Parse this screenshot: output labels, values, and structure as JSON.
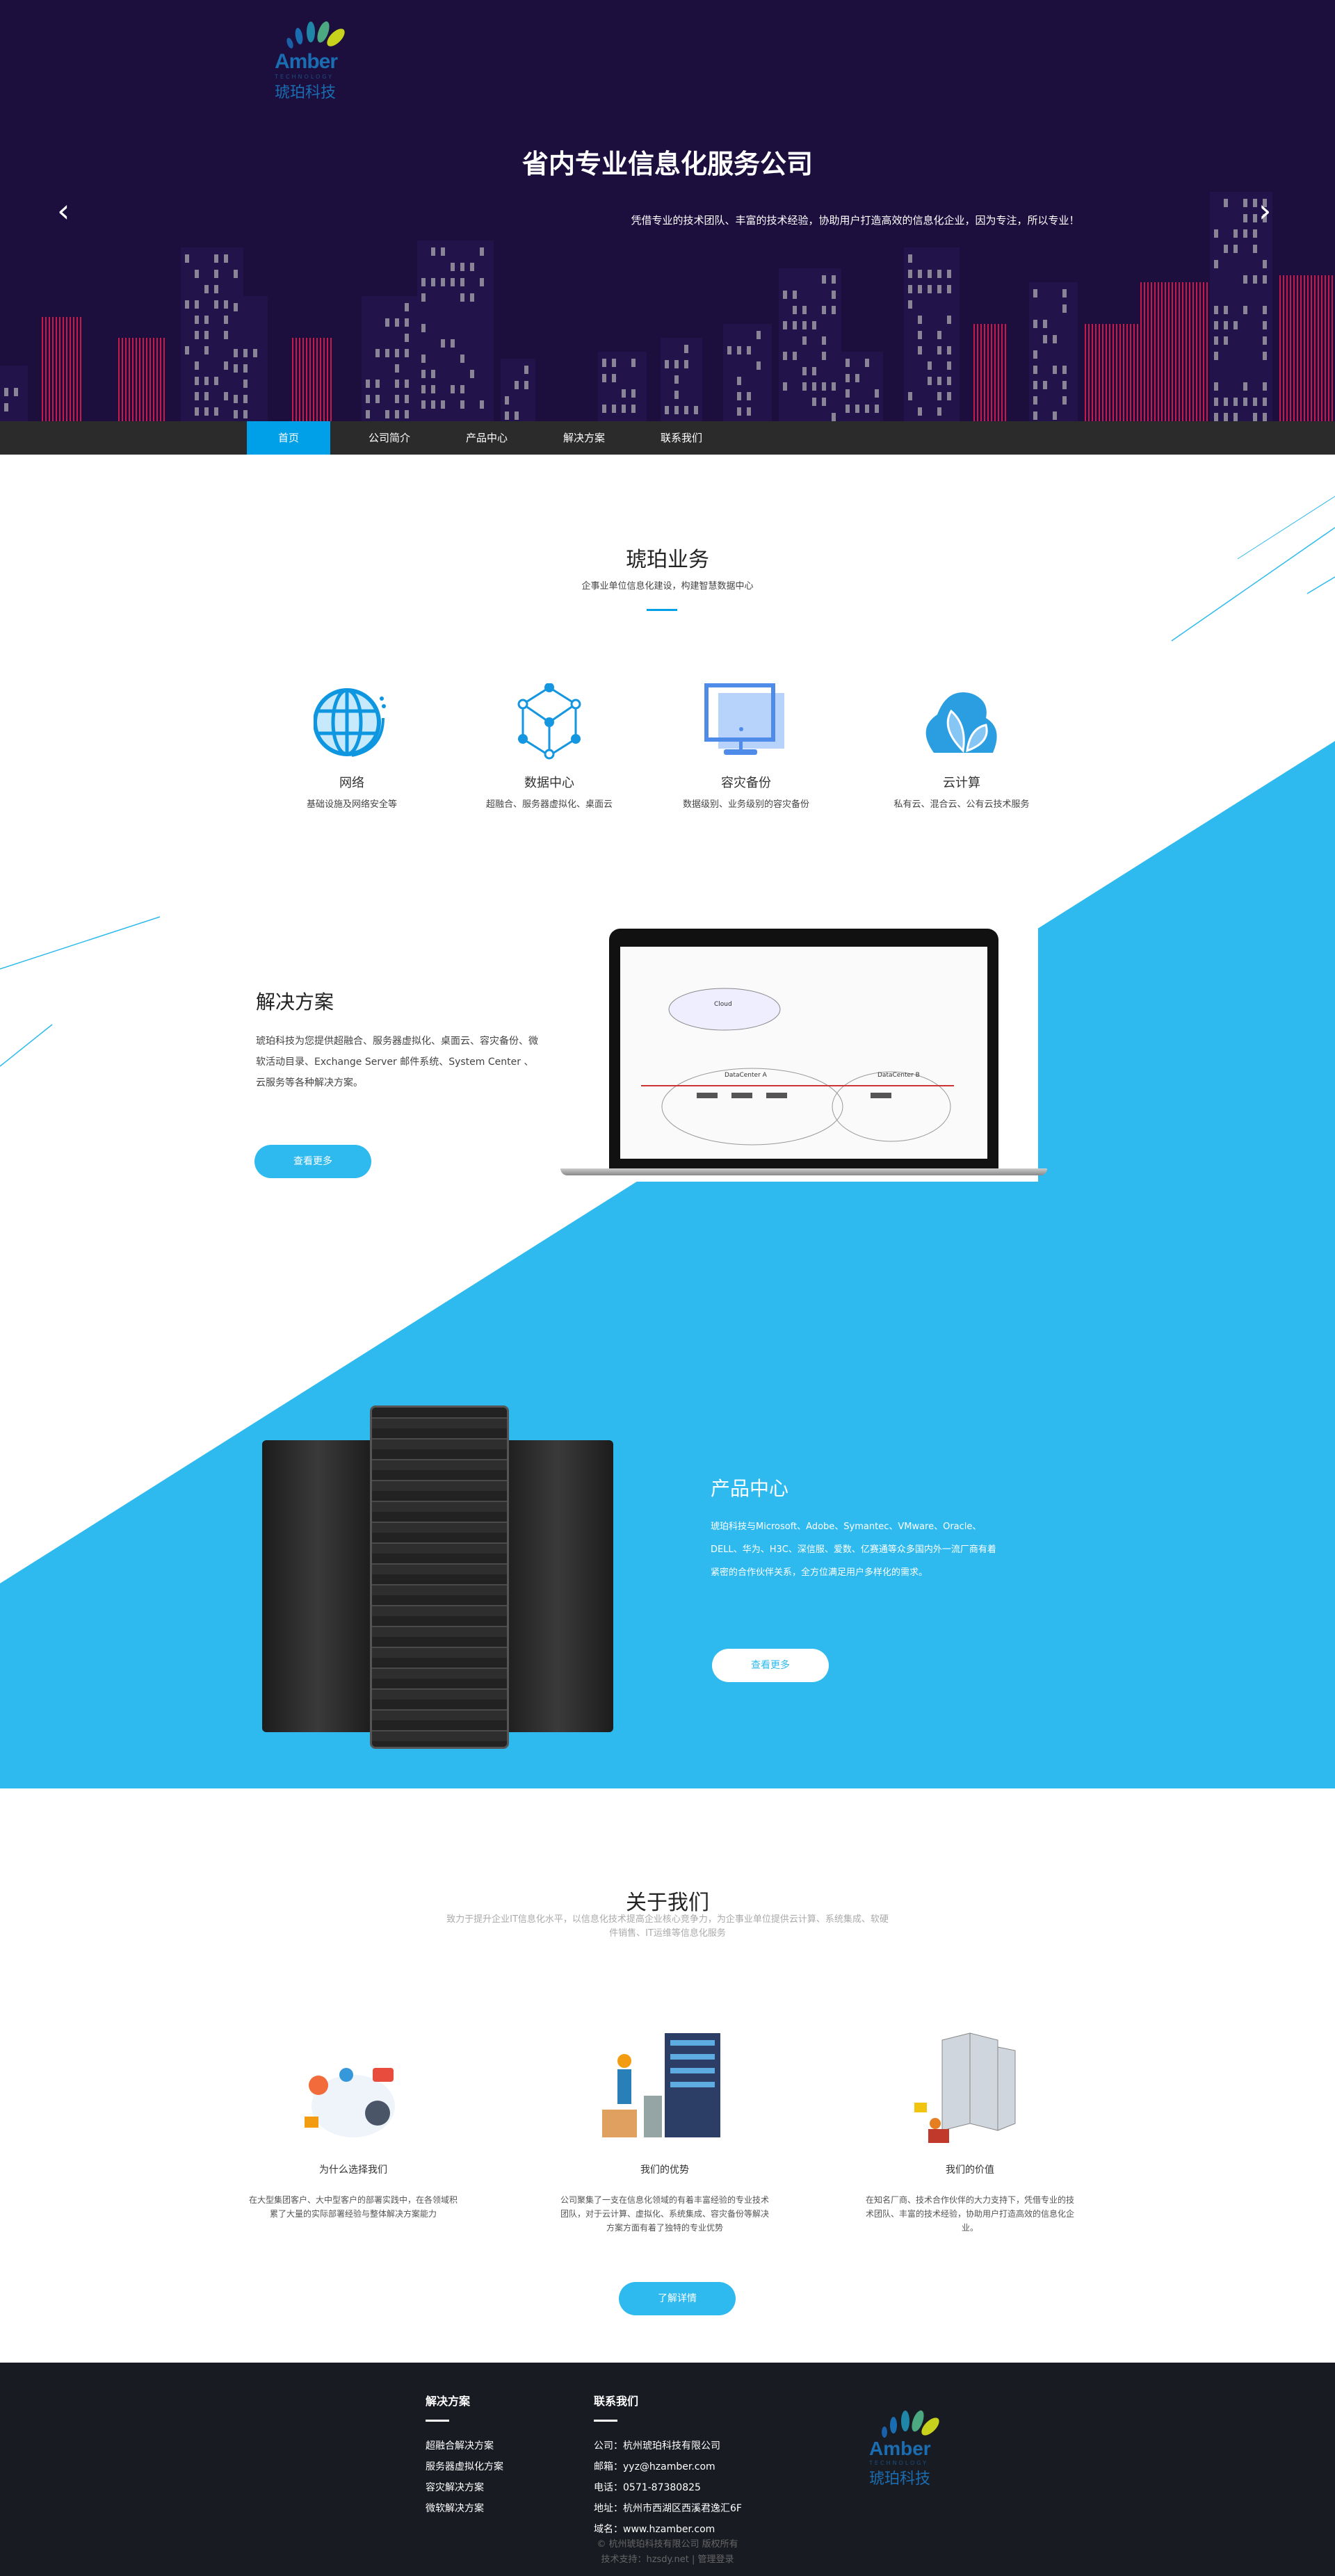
{
  "brand": {
    "logo_text": "Amber",
    "logo_sub": "TECHNOLOGY",
    "logo_cn": "琥珀科技"
  },
  "hero": {
    "title": "省内专业信息化服务公司",
    "subtitle": "凭借专业的技术团队、丰富的技术经验，协助用户打造高效的信息化企业，因为专注，所以专业！",
    "prev": "‹",
    "next": "›"
  },
  "nav": [
    {
      "label": "首页",
      "active": true
    },
    {
      "label": "公司简介"
    },
    {
      "label": "产品中心"
    },
    {
      "label": "解决方案"
    },
    {
      "label": "联系我们"
    }
  ],
  "business": {
    "title": "琥珀业务",
    "subtitle": "企事业单位信息化建设，构建智慧数据中心",
    "items": [
      {
        "icon": "globe-icon",
        "title": "网络",
        "desc": "基础设施及网络安全等"
      },
      {
        "icon": "network-cube-icon",
        "title": "数据中心",
        "desc": "超融合、服务器虚拟化、桌面云"
      },
      {
        "icon": "monitor-icon",
        "title": "容灾备份",
        "desc": "数据级别、业务级别的容灾备份"
      },
      {
        "icon": "cloud-icon",
        "title": "云计算",
        "desc": "私有云、混合云、公有云技术服务"
      }
    ]
  },
  "solutions": {
    "title": "解决方案",
    "text": "琥珀科技为您提供超融合、服务器虚拟化、桌面云、容灾备份、微软活动目录、Exchange Server 邮件系统、System Center 、云服务等各种解决方案。",
    "button": "查看更多",
    "diagram": {
      "cloud": "Cloud",
      "dc1": "DataCenter A",
      "dc2": "DataCenter B"
    }
  },
  "products": {
    "title": "产品中心",
    "text": "琥珀科技与Microsoft、Adobe、Symantec、VMware、Oracle、DELL、华为、H3C、深信服、爱数、亿赛通等众多国内外一流厂商有着紧密的合作伙伴关系，全方位满足用户多样化的需求。",
    "button": "查看更多"
  },
  "about": {
    "title": "关于我们",
    "subtitle": "致力于提升企业IT信息化水平，以信息化技术提高企业核心竞争力，为企事业单位提供云计算、系统集成、软硬件销售、IT运维等信息化服务",
    "items": [
      {
        "title": "为什么选择我们",
        "desc": "在大型集团客户、大中型客户的部署实践中，在各领域积累了大量的实际部署经验与整体解决方案能力"
      },
      {
        "title": "我们的优势",
        "desc": "公司聚集了一支在信息化领域的有着丰富经验的专业技术团队，对于云计算、虚拟化、系统集成、容灾备份等解决方案方面有着了独特的专业优势"
      },
      {
        "title": "我们的价值",
        "desc": "在知名厂商、技术合作伙伴的大力支持下，凭借专业的技术团队、丰富的技术经验，协助用户打造高效的信息化企业。"
      }
    ],
    "button": "了解详情"
  },
  "footer": {
    "solutions_title": "解决方案",
    "solutions": [
      "超融合解决方案",
      "服务器虚拟化方案",
      "容灾解决方案",
      "微软解决方案"
    ],
    "contact_title": "联系我们",
    "contact": [
      "公司：杭州琥珀科技有限公司",
      "邮箱：yyz@hzamber.com",
      "电话：0571-87380825",
      "地址：杭州市西湖区西溪君逸汇6F",
      "域名：www.hzamber.com"
    ],
    "copyright": "© 杭州琥珀科技有限公司 版权所有",
    "support": "技术支持：hzsdy.net",
    "sep": "|",
    "admin": "管理登录"
  },
  "colors": {
    "accent": "#2ebaee",
    "nav_active": "#00a0e9",
    "hero_bg": "#1c0f3e",
    "footer_bg": "#191b23"
  }
}
